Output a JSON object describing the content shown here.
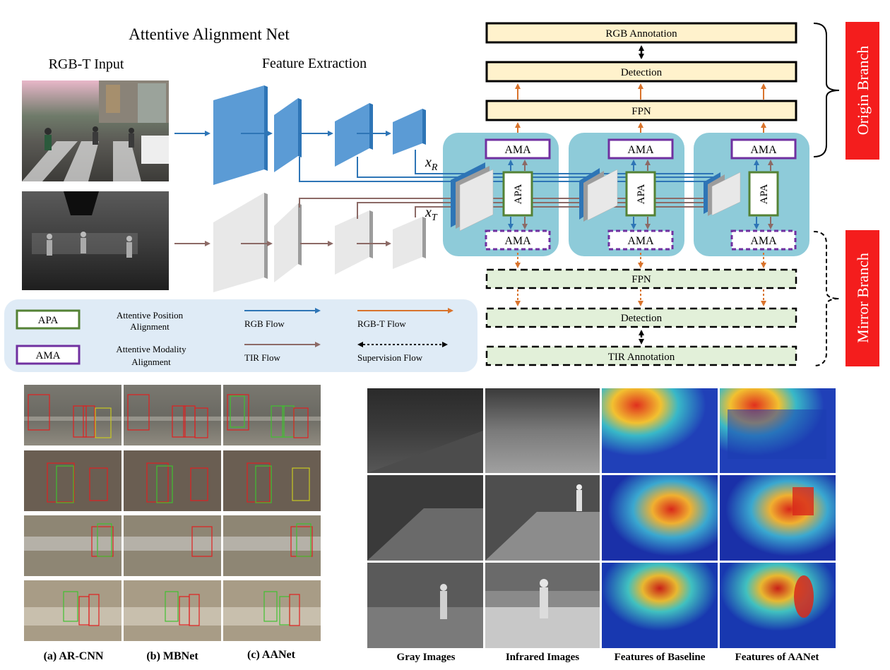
{
  "title": "Attentive Alignment Net",
  "input_label": "RGB-T Input",
  "feature_label": "Feature Extraction",
  "xr": "x",
  "xr_sub": "R",
  "xt": "x",
  "xt_sub": "T",
  "branch_boxes": {
    "rgb_annotation": "RGB Annotation",
    "detection": "Detection",
    "fpn": "FPN",
    "ama": "AMA",
    "apa": "APA",
    "mirror_fpn": "FPN",
    "mirror_detection": "Detection",
    "tir_annotation": "TIR Annotation"
  },
  "side_labels": {
    "origin": "Origin Branch",
    "mirror": "Mirror Branch"
  },
  "legend": {
    "apa_box": "APA",
    "apa_text": [
      "Attentive Position",
      "Alignment"
    ],
    "ama_box": "AMA",
    "ama_text": [
      "Attentive Modality",
      "Alignment"
    ],
    "rgb_flow": "RGB Flow",
    "tir_flow": "TIR Flow",
    "rgbt_flow": "RGB-T Flow",
    "supervision_flow": "Supervision Flow"
  },
  "captions_left": [
    "(a) AR-CNN",
    "(b) MBNet",
    "(c) AANet"
  ],
  "captions_right": [
    "Gray Images",
    "Infrared Images",
    "Features of Baseline",
    "Features of AANet"
  ],
  "colors": {
    "rgb": "#2e75b6",
    "tir": "#8c6a66",
    "rgbt": "#d9732c",
    "apa": "#548235",
    "ama": "#7030a0",
    "module_bg": "#8ecbd9",
    "origin_fill": "#fff2cc",
    "mirror_fill": "#e2f0d9",
    "legend_bg": "#dfebf6",
    "side_red": "#f41d1d",
    "blue_block": "#5b9bd5",
    "gray_block": "#e8e8e8"
  }
}
